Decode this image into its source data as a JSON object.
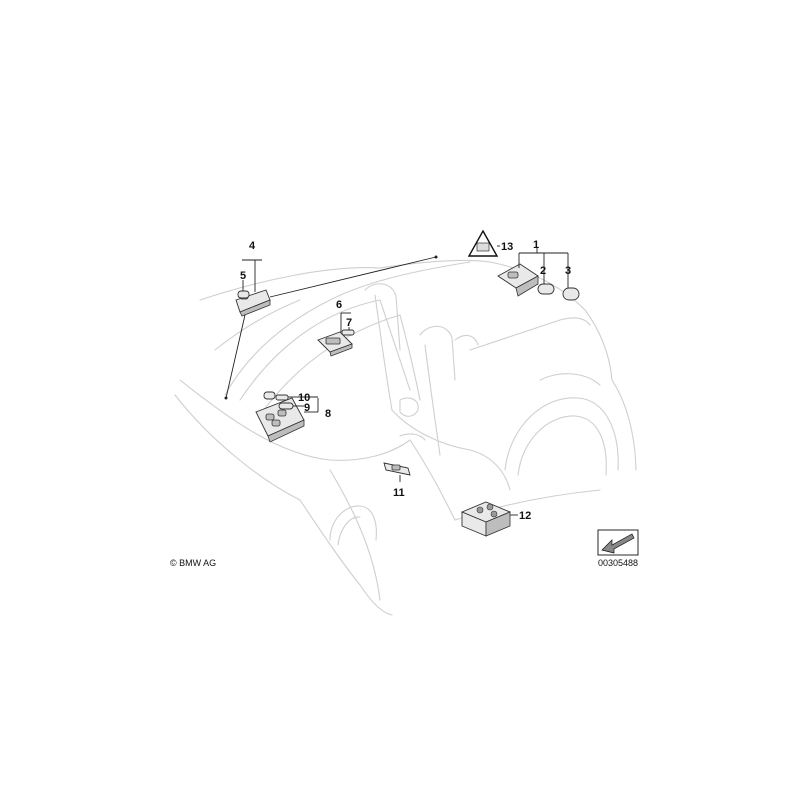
{
  "callouts": {
    "c1": "1",
    "c2": "2",
    "c3": "3",
    "c4": "4",
    "c5": "5",
    "c6": "6",
    "c7": "7",
    "c8": "8",
    "c9": "9",
    "c10": "10",
    "c11": "11",
    "c12": "12",
    "c13": "13"
  },
  "copyright": "© BMW AG",
  "diagram_number": "00305488",
  "warning_icon": "warning-triangle-icon",
  "orientation_icon": "direction-arrow-icon"
}
